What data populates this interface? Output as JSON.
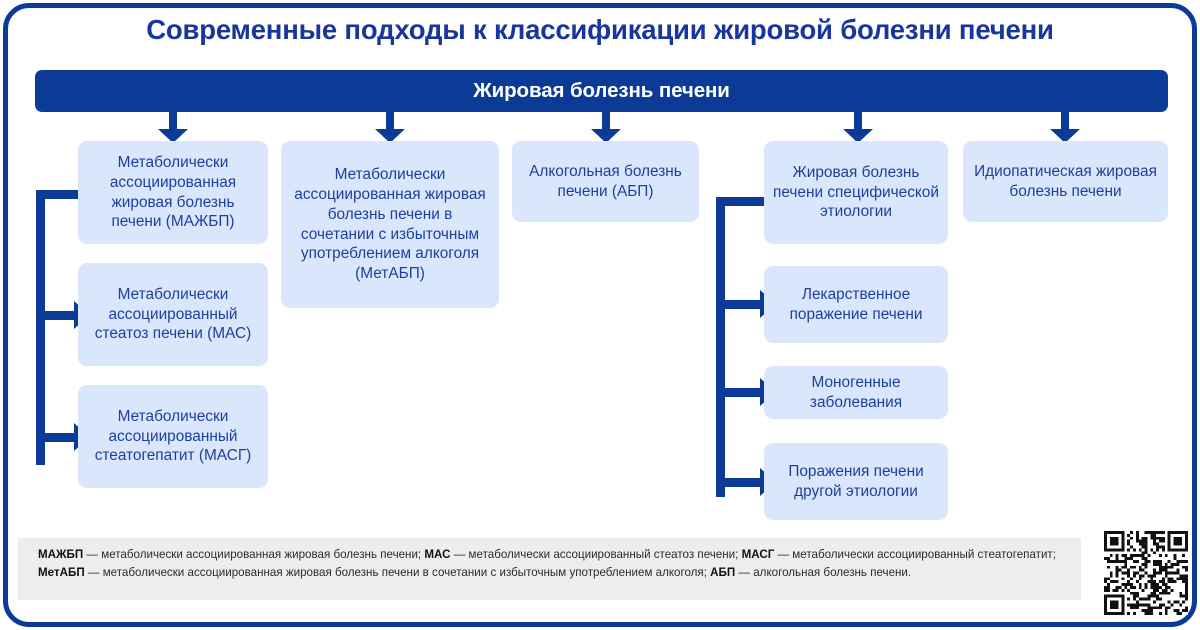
{
  "title": "Современные подходы к классификации жировой болезни печени",
  "root": {
    "label": "Жировая болезнь печени"
  },
  "colors": {
    "frame": "#0b3b96",
    "root_bar_bg": "#0b3b96",
    "root_bar_text": "#ffffff",
    "node_bg": "#d9e6fb",
    "node_text": "#1d3fa0",
    "title_text": "#17369e",
    "arrow": "#0b3b96",
    "footnote_bg": "#eceded",
    "footnote_text": "#2b2b2b",
    "page_bg": "#ffffff"
  },
  "columns": [
    {
      "id": "mazhbp",
      "top_node": "Метаболически ассоциированная жировая болезнь печени (МАЖБП)",
      "children": [
        "Метаболически ассоциированный стеатоз печени (МАС)",
        "Метаболически ассоциированный стеатогепатит (МАСГ)"
      ]
    },
    {
      "id": "metabp",
      "top_node": "Метаболически ассоциированная жировая болезнь печени в сочетании с избыточным употреблением алкоголя (МетАБП)",
      "children": []
    },
    {
      "id": "abp",
      "top_node": "Алкогольная болезнь печени (АБП)",
      "children": []
    },
    {
      "id": "specific",
      "top_node": "Жировая болезнь печени специфической этиологии",
      "children": [
        "Лекарственное поражение печени",
        "Моногенные заболевания",
        "Поражения печени другой этиологии"
      ]
    },
    {
      "id": "idiopathic",
      "top_node": "Идиопатическая жировая болезнь печени",
      "children": []
    }
  ],
  "footnote": {
    "segments": [
      {
        "text": "МАЖБП",
        "bold": true
      },
      {
        "text": " — метаболически ассоциированная жировая болезнь печени; ",
        "bold": false
      },
      {
        "text": "МАС",
        "bold": true
      },
      {
        "text": " — метаболически ассоциированный стеатоз печени; ",
        "bold": false
      },
      {
        "text": "МАСГ",
        "bold": true
      },
      {
        "text": " — метаболически ассоциированный стеатогепатит; ",
        "bold": false
      },
      {
        "text": "МетАБП",
        "bold": true
      },
      {
        "text": " — метаболически ассоциированная жировая болезнь печени в сочетании с избыточным употреблением алкоголя; ",
        "bold": false
      },
      {
        "text": "АБП",
        "bold": true
      },
      {
        "text": " — алкогольная болезнь печени.",
        "bold": false
      }
    ]
  },
  "qr": {
    "label": "qr-code"
  }
}
